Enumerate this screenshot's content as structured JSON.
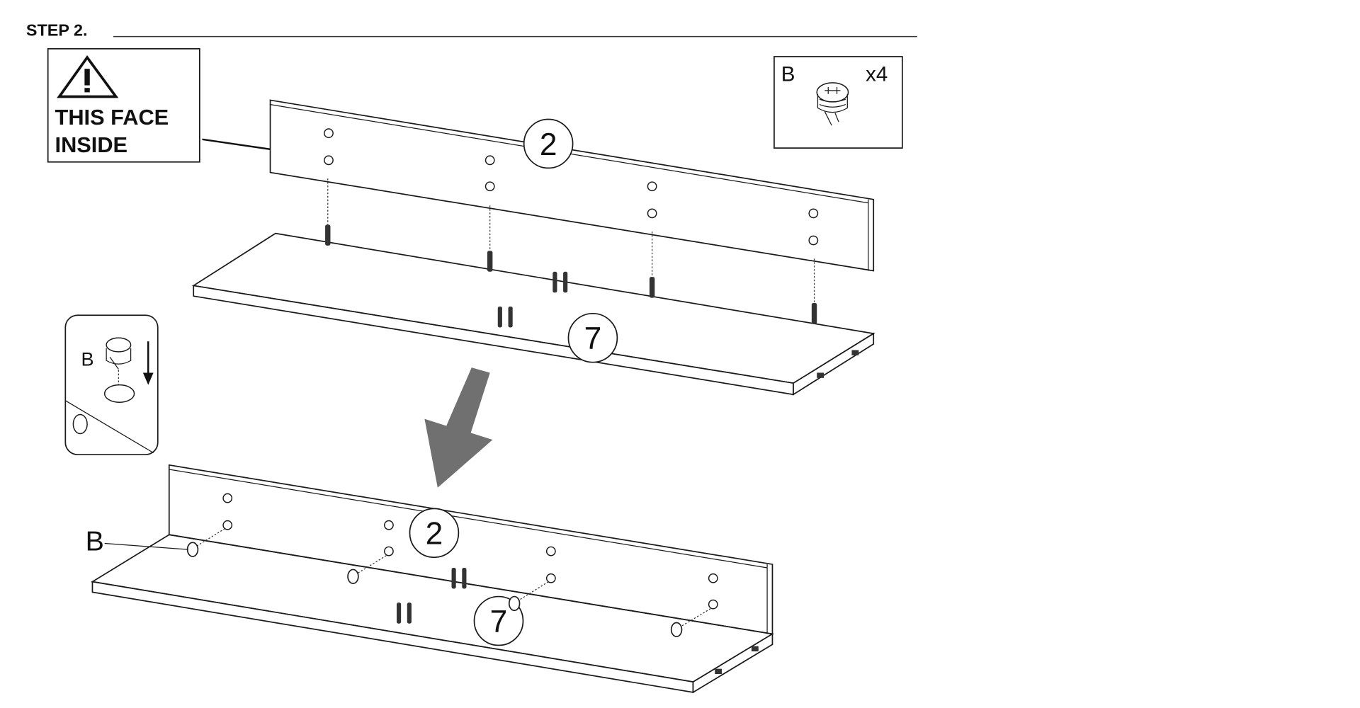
{
  "step": {
    "title": "STEP 2."
  },
  "warning": {
    "line1": "THIS FACE",
    "line2": "INSIDE",
    "icon": "warning-triangle-icon"
  },
  "parts_box": {
    "part": "B",
    "quantity": "x4",
    "icon": "cam-lock-icon"
  },
  "detail": {
    "part": "B"
  },
  "labels": {
    "panel_top": "2",
    "shelf_top": "7",
    "panel_bottom": "2",
    "shelf_bottom": "7",
    "cam_label": "B"
  },
  "colors": {
    "arrow": "#707070",
    "line": "#1a1a1a"
  }
}
